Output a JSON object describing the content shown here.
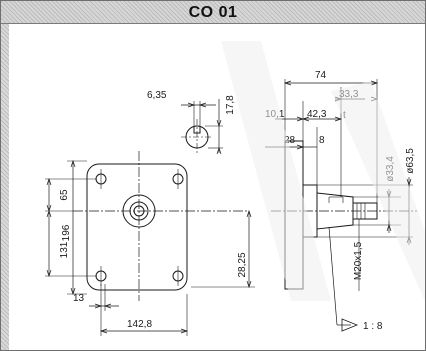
{
  "header": {
    "title": "CO 01"
  },
  "dimensions": {
    "d_6_35": "6,35",
    "d_17_8": "17,8",
    "d_74": "74",
    "d_33_3": "33,3",
    "d_10_1": "10,1",
    "d_42_3": "42,3",
    "d_t": "t",
    "d_28": "28",
    "d_8": "8",
    "d_phi_33_4": "ø33,4",
    "d_phi_63_5": "ø63,5",
    "d_65": "65",
    "d_196": "196",
    "d_131": "131",
    "d_28_25": "28,25",
    "d_13": "13",
    "d_142_8": "142,8",
    "d_m20": "M20x1,5",
    "d_taper": "1 : 8"
  },
  "colors": {
    "line": "#1a1a1a",
    "header": "#c9c9c9",
    "watermark": "#e8e8e8"
  }
}
